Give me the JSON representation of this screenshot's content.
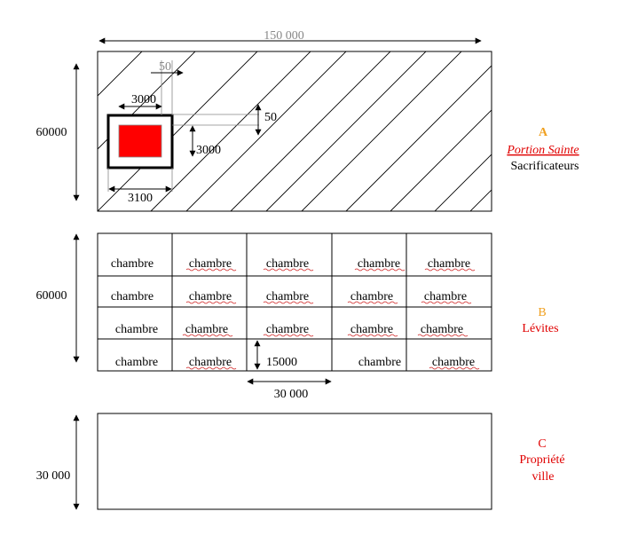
{
  "section_a": {
    "top_dimension": "150 000",
    "left_dimension": "60000",
    "inner_dim_50_top": "50",
    "inner_dim_3000_width": "3000",
    "inner_dim_50_right": "50",
    "inner_dim_3000_height": "3000",
    "inner_dim_3100": "3100",
    "letter": "A",
    "name": "Portion Sainte",
    "subtitle": "Sacrificateurs",
    "colors": {
      "letter": "#f0a020",
      "name": "#e00000",
      "block": "#ff0000"
    }
  },
  "section_b": {
    "left_dimension": "60000",
    "room_label": "chambre",
    "rows": [
      [
        "chambre",
        "chambre",
        "chambre",
        "chambre",
        "chambre"
      ],
      [
        "chambre",
        "chambre",
        "chambre",
        "chambre",
        "chambre"
      ],
      [
        "chambre",
        "chambre",
        "chambre",
        "chambre",
        "chambre"
      ],
      [
        "chambre",
        "chambre",
        "",
        "chambre",
        "chambre"
      ]
    ],
    "row_height_label": "15000",
    "width_label": "30 000",
    "letter": "B",
    "name": "Lévites",
    "colors": {
      "letter": "#f0a020",
      "name": "#e00000"
    }
  },
  "section_c": {
    "left_dimension": "30 000",
    "letter": "C",
    "line1": "Propriété",
    "line2": "ville",
    "colors": {
      "letter": "#e00000",
      "text": "#e00000"
    }
  }
}
